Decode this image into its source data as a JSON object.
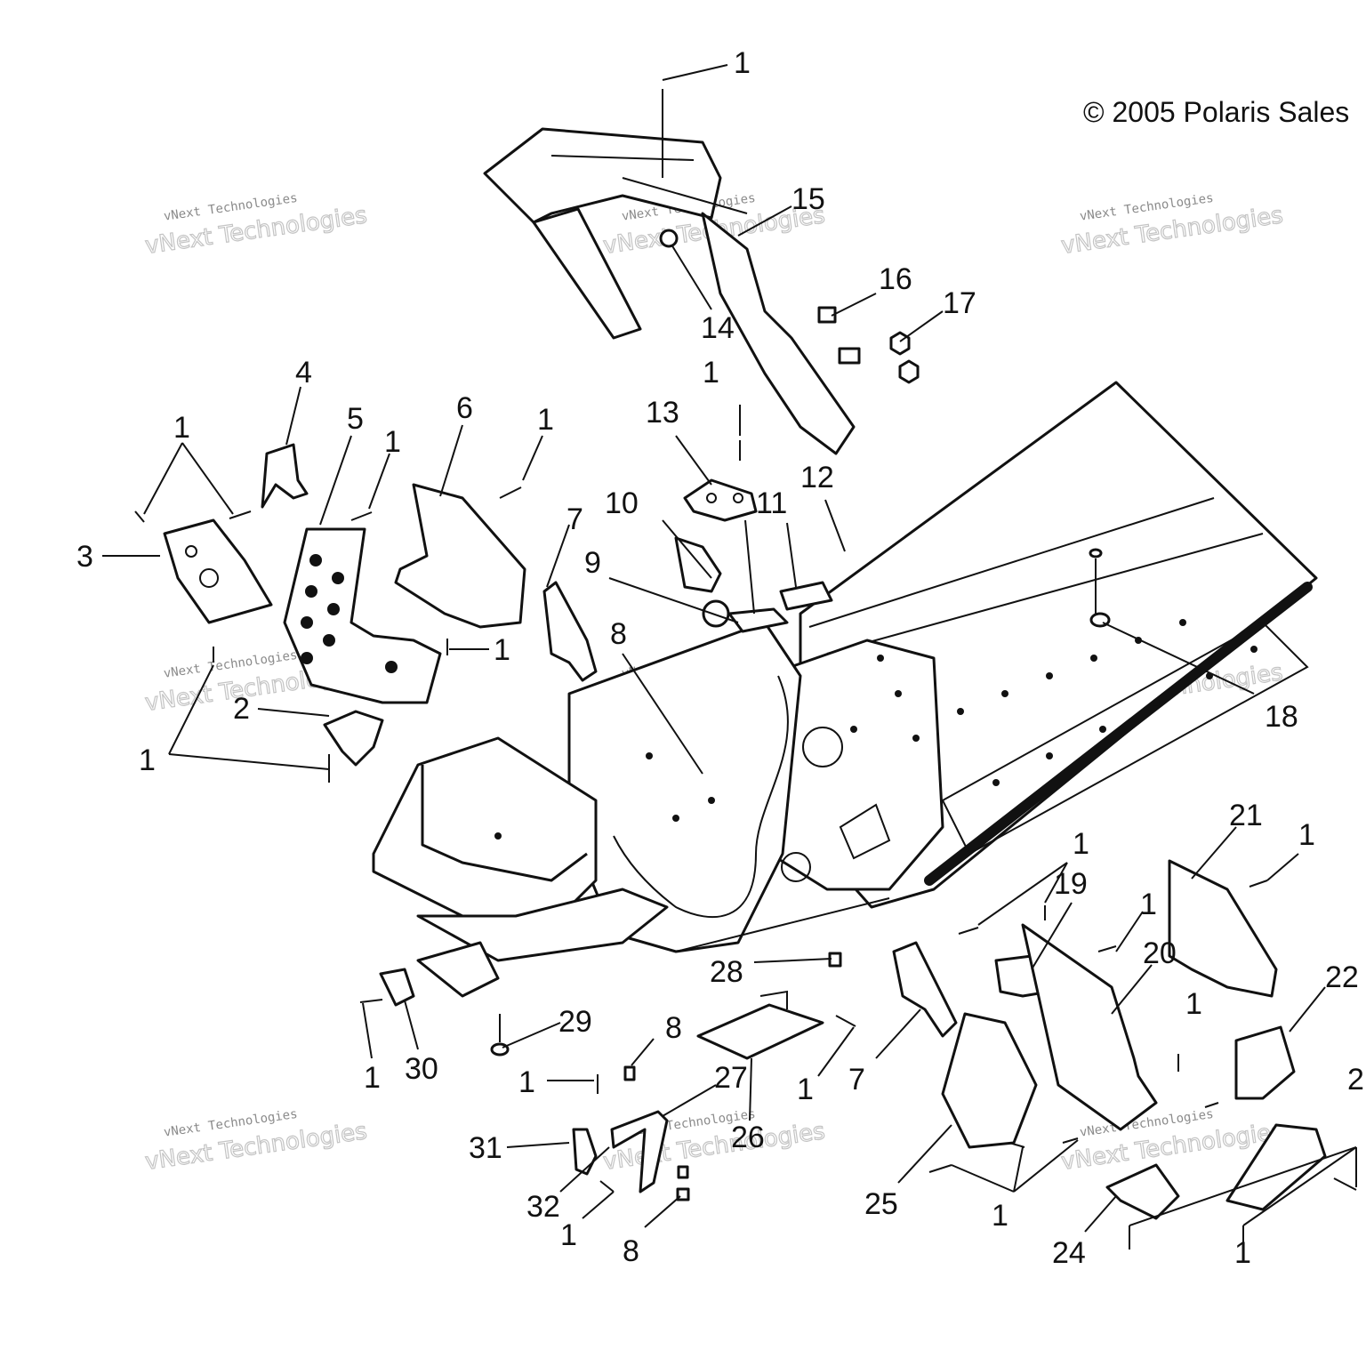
{
  "copyright": "© 2005 Polaris Sales",
  "watermark": {
    "line1": "vNext Technologies",
    "line2": "vNext Technologies"
  },
  "callouts": [
    {
      "id": "c1a",
      "label": "1"
    },
    {
      "id": "c15",
      "label": "15"
    },
    {
      "id": "c14",
      "label": "14"
    },
    {
      "id": "c16",
      "label": "16"
    },
    {
      "id": "c17",
      "label": "17"
    },
    {
      "id": "c4",
      "label": "4"
    },
    {
      "id": "c5",
      "label": "5"
    },
    {
      "id": "c6",
      "label": "6"
    },
    {
      "id": "c1b",
      "label": "1"
    },
    {
      "id": "c1c",
      "label": "1"
    },
    {
      "id": "c1d",
      "label": "1"
    },
    {
      "id": "c1e",
      "label": "1"
    },
    {
      "id": "c3",
      "label": "3"
    },
    {
      "id": "c7a",
      "label": "7"
    },
    {
      "id": "c10",
      "label": "10"
    },
    {
      "id": "c13",
      "label": "13"
    },
    {
      "id": "c11",
      "label": "11"
    },
    {
      "id": "c12",
      "label": "12"
    },
    {
      "id": "c9",
      "label": "9"
    },
    {
      "id": "c8a",
      "label": "8"
    },
    {
      "id": "c1f",
      "label": "1"
    },
    {
      "id": "c2",
      "label": "2"
    },
    {
      "id": "c1g",
      "label": "1"
    },
    {
      "id": "c18",
      "label": "18"
    },
    {
      "id": "c21",
      "label": "21"
    },
    {
      "id": "c1h",
      "label": "1"
    },
    {
      "id": "c1i",
      "label": "1"
    },
    {
      "id": "c19",
      "label": "19"
    },
    {
      "id": "c1j",
      "label": "1"
    },
    {
      "id": "c20",
      "label": "20"
    },
    {
      "id": "c22",
      "label": "22"
    },
    {
      "id": "c28",
      "label": "28"
    },
    {
      "id": "c29",
      "label": "29"
    },
    {
      "id": "c8b",
      "label": "8"
    },
    {
      "id": "c1k",
      "label": "1"
    },
    {
      "id": "c30",
      "label": "30"
    },
    {
      "id": "c1l",
      "label": "1"
    },
    {
      "id": "c27",
      "label": "27"
    },
    {
      "id": "c26",
      "label": "26"
    },
    {
      "id": "c1m",
      "label": "1"
    },
    {
      "id": "c7b",
      "label": "7"
    },
    {
      "id": "c1n",
      "label": "1"
    },
    {
      "id": "c31",
      "label": "31"
    },
    {
      "id": "c32",
      "label": "32"
    },
    {
      "id": "c1o",
      "label": "1"
    },
    {
      "id": "c8c",
      "label": "8"
    },
    {
      "id": "c25",
      "label": "25"
    },
    {
      "id": "c1p",
      "label": "1"
    },
    {
      "id": "c24",
      "label": "24"
    },
    {
      "id": "c1q",
      "label": "1"
    },
    {
      "id": "c23",
      "label": "2"
    }
  ]
}
